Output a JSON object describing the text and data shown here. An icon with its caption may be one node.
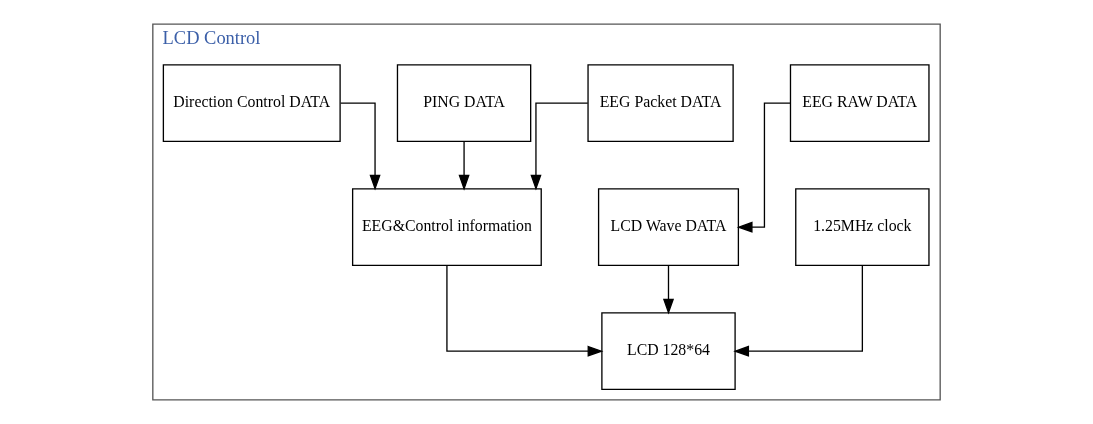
{
  "diagram": {
    "nodes": [
      {
        "text": [
          "LCD Control"
        ]
      },
      {
        "text": [
          "1.25MHz clock"
        ],
        "in": 0
      },
      {
        "text": [
          "EEG RAW DATA"
        ],
        "in": 0
      },
      {
        "text": [
          "EEG Packet DATA"
        ],
        "in": 0
      },
      {
        "text": [
          "PING DATA"
        ],
        "in": 0
      },
      {
        "text": [
          "Direction Control DATA"
        ],
        "in": 0
      },
      {
        "text": [
          "LCD Wave DATA"
        ],
        "in": 0
      },
      {
        "text": [
          "EEG&Control information"
        ],
        "in": 0
      },
      {
        "text": [
          "LCD 128*64"
        ],
        "in": 0
      }
    ],
    "edges": [
      {
        "from": 2,
        "to": 6,
        "arrow": "to"
      },
      {
        "from": 3,
        "to": 7,
        "arrow": "to"
      },
      {
        "from": 4,
        "to": 7,
        "arrow": "to"
      },
      {
        "from": 5,
        "to": 7,
        "arrow": "to"
      },
      {
        "from": 6,
        "to": 8,
        "arrow": "to"
      },
      {
        "from": 7,
        "to": 8,
        "arrow": "to"
      },
      {
        "from": 1,
        "to": 8,
        "arrow": "to"
      }
    ]
  }
}
